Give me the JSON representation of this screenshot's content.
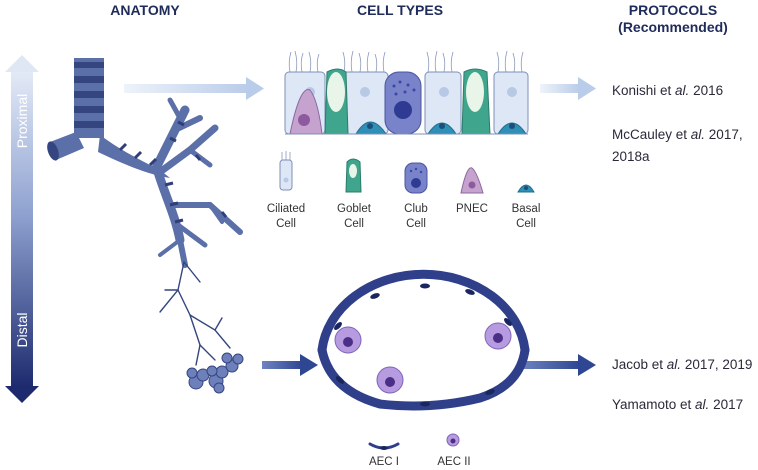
{
  "headers": {
    "anatomy": "ANATOMY",
    "cell_types": "CELL TYPES",
    "protocols_line1": "PROTOCOLS",
    "protocols_line2": "(Recommended)"
  },
  "axis": {
    "proximal": "Proximal",
    "distal": "Distal"
  },
  "proximal_cells": [
    {
      "line1": "Ciliated",
      "line2": "Cell"
    },
    {
      "line1": "Goblet",
      "line2": "Cell"
    },
    {
      "line1": "Club",
      "line2": "Cell"
    },
    {
      "line1": "PNEC",
      "line2": ""
    },
    {
      "line1": "Basal",
      "line2": "Cell"
    }
  ],
  "distal_cells": [
    {
      "label": "AEC I"
    },
    {
      "label": "AEC II"
    }
  ],
  "protocols_proximal": [
    {
      "authors": "Konishi et ",
      "etal": "al.",
      "year": " 2016"
    },
    {
      "authors": "McCauley et ",
      "etal": "al.",
      "year": " 2017,",
      "line2": "2018a"
    }
  ],
  "protocols_distal": [
    {
      "authors": "Jacob et ",
      "etal": "al.",
      "year": " 2017, 2019"
    },
    {
      "authors": "Yamamoto et ",
      "etal": "al.",
      "year": " 2017"
    }
  ],
  "colors": {
    "axis_top": "#dfe7f5",
    "axis_bottom": "#1d2a6e",
    "airway": "#5b6fa8",
    "airway_dark": "#303f7a",
    "header": "#1f2b5a",
    "arrow_light": "#c5d6ee",
    "arrow_dark": "#2f4792"
  }
}
